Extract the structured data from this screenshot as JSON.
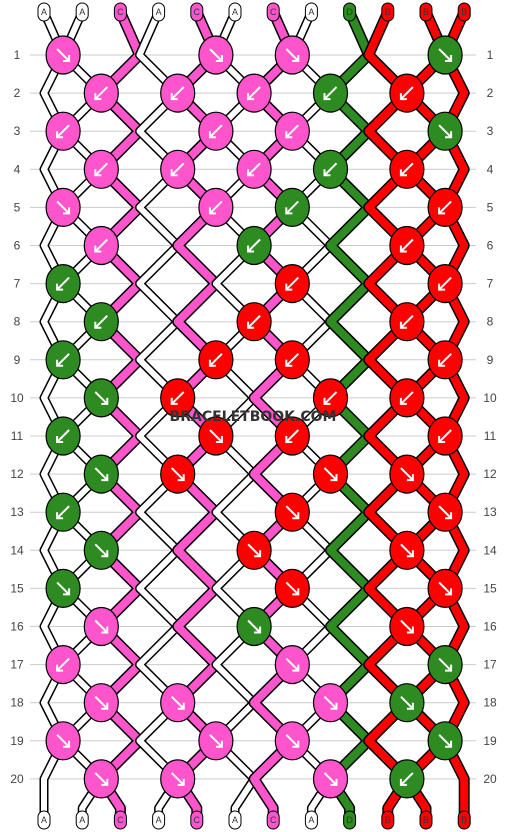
{
  "watermark": "BRACELETBOOK.COM",
  "strings": {
    "top": [
      "A",
      "A",
      "C",
      "A",
      "C",
      "A",
      "C",
      "A",
      "D",
      "B",
      "B",
      "B"
    ],
    "bottom": [
      "A",
      "A",
      "C",
      "A",
      "C",
      "A",
      "C",
      "A",
      "D",
      "B",
      "B",
      "B"
    ]
  },
  "colors": {
    "A": "#ffffff",
    "B": "#ff0000",
    "C": "#ff55cc",
    "D": "#2e8b22"
  },
  "row_labels": [
    "1",
    "2",
    "3",
    "4",
    "5",
    "6",
    "7",
    "8",
    "9",
    "10",
    "11",
    "12",
    "13",
    "14",
    "15",
    "16",
    "17",
    "18",
    "19",
    "20"
  ],
  "knot_rows": [
    [
      "C",
      "C",
      "C",
      "D"
    ],
    [
      "C",
      "C",
      "C",
      "D",
      "B"
    ],
    [
      "C",
      "C",
      "C",
      "D"
    ],
    [
      "C",
      "C",
      "C",
      "D",
      "B"
    ],
    [
      "C",
      "C",
      "D",
      "B"
    ],
    [
      "C",
      "D",
      "B"
    ],
    [
      "D",
      "B",
      "B"
    ],
    [
      "D",
      "B",
      "B"
    ],
    [
      "D",
      "B",
      "B",
      "B"
    ],
    [
      "D",
      "B",
      "B",
      "B"
    ],
    [
      "D",
      "B",
      "B",
      "B"
    ],
    [
      "D",
      "B",
      "B",
      "B"
    ],
    [
      "D",
      "B",
      "B"
    ],
    [
      "D",
      "B",
      "B"
    ],
    [
      "D",
      "B",
      "B"
    ],
    [
      "C",
      "D",
      "B"
    ],
    [
      "C",
      "C",
      "D"
    ],
    [
      "C",
      "C",
      "C",
      "D"
    ],
    [
      "C",
      "C",
      "C",
      "D"
    ],
    [
      "C",
      "C",
      "C",
      "D"
    ]
  ],
  "knot_dirs": [
    [
      "se",
      "se",
      "se",
      "se"
    ],
    [
      "sw",
      "sw",
      "sw",
      "sw",
      "sw"
    ],
    [
      "sw",
      "sw",
      "sw",
      "se"
    ],
    [
      "sw",
      "sw",
      "sw",
      "sw",
      "sw"
    ],
    [
      "se",
      "sw",
      "sw",
      "sw"
    ],
    [
      "sw",
      "sw",
      "sw"
    ],
    [
      "sw",
      "sw",
      "sw"
    ],
    [
      "sw",
      "sw",
      "sw"
    ],
    [
      "sw",
      "sw",
      "sw",
      "sw"
    ],
    [
      "se",
      "sw",
      "sw",
      "sw"
    ],
    [
      "sw",
      "se",
      "sw",
      "sw"
    ],
    [
      "se",
      "se",
      "se",
      "se"
    ],
    [
      "sw",
      "se",
      "se"
    ],
    [
      "se",
      "se",
      "se"
    ],
    [
      "se",
      "se",
      "se"
    ],
    [
      "se",
      "se",
      "se"
    ],
    [
      "sw",
      "se",
      "se"
    ],
    [
      "se",
      "se",
      "se",
      "se"
    ],
    [
      "se",
      "se",
      "se",
      "se"
    ],
    [
      "se",
      "se",
      "se",
      "sw"
    ]
  ]
}
